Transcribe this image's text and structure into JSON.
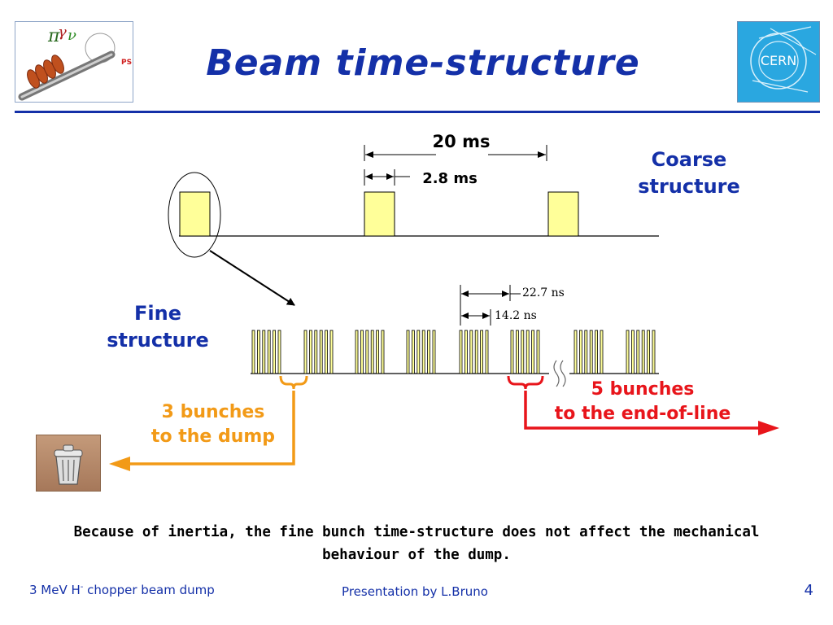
{
  "title": "Beam time-structure",
  "logos": {
    "left": {
      "icon": "project-logo-icon",
      "ps_text": "PS"
    },
    "right": {
      "icon": "cern-logo-icon",
      "text": "CERN"
    }
  },
  "diagram": {
    "coarse_label_line1": "Coarse",
    "coarse_label_line2": "structure",
    "period_label": "20 ms",
    "pulse_label": "2.8 ms",
    "fine_label_line1": "Fine",
    "fine_label_line2": "structure",
    "bunch_period_label": "22.7 ns",
    "bunch_gap_label": "14.2 ns",
    "dump_label_line1": "3 bunches",
    "dump_label_line2": "to the dump",
    "endline_label_line1": "5 bunches",
    "endline_label_line2": "to the end-of-line",
    "colors": {
      "pulse_fill": "#ffff99",
      "blue": "#1430a8",
      "orange": "#f29a17",
      "red": "#e8151b"
    }
  },
  "footnote": {
    "line1": "Because of inertia, the fine bunch time-structure does not affect the mechanical",
    "line2": "behaviour of the dump."
  },
  "footer": {
    "left_prefix": "3 MeV H",
    "left_sup": "-",
    "left_suffix": " chopper beam dump",
    "center": "Presentation by L.Bruno",
    "page_number": "4"
  }
}
